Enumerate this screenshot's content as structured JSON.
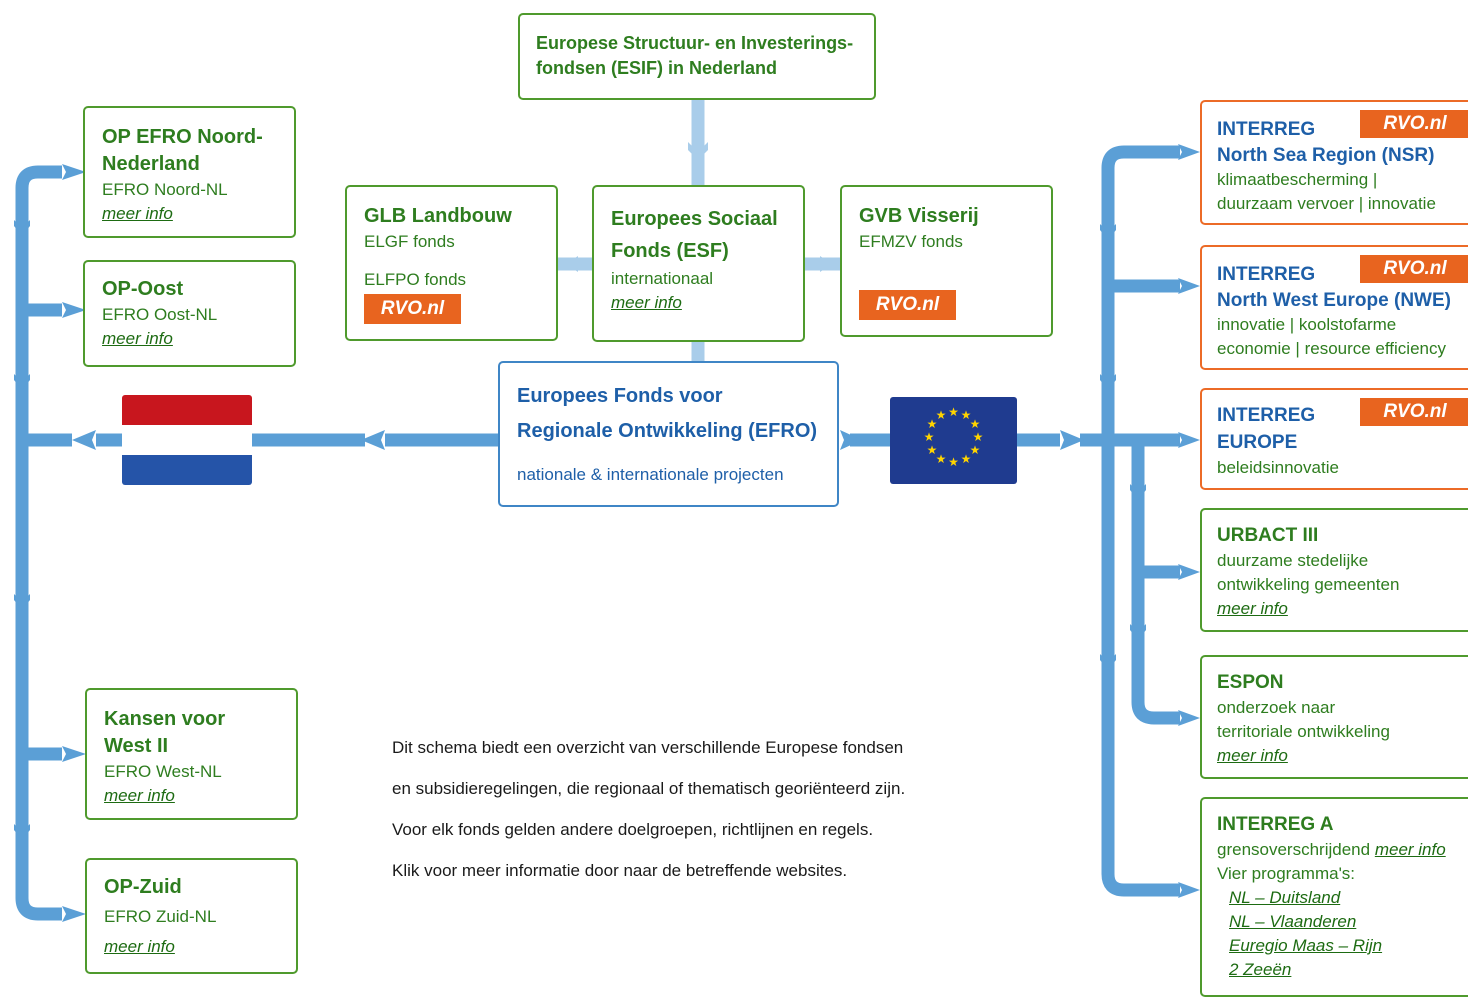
{
  "top": {
    "title": "Europese Structuur- en Investerings-fondsen (ESIF) in Nederland"
  },
  "colors": {
    "green": "#4f9a2d",
    "orange": "#ec6b27",
    "blue": "#3f86c6",
    "line": "#5b9fd6",
    "rvo": "#e8641f"
  },
  "icons": {
    "nl_flag": "dutch-flag",
    "eu_flag": "eu-flag"
  },
  "left": [
    {
      "title": "OP EFRO Noord-Nederland",
      "sub": "EFRO Noord-NL",
      "link": "meer info"
    },
    {
      "title": "OP-Oost",
      "sub": "EFRO Oost-NL",
      "link": "meer info"
    },
    {
      "title": "Kansen voor West II",
      "sub": "EFRO West-NL",
      "link": "meer info"
    },
    {
      "title": "OP-Zuid",
      "sub": "EFRO Zuid-NL",
      "link": "meer info"
    }
  ],
  "glb": {
    "title": "GLB Landbouw",
    "line1": "ELGF fonds",
    "line2": "ELFPO fonds",
    "badge": "RVO.nl"
  },
  "esf": {
    "title": "Europees Sociaal Fonds (ESF)",
    "sub": "internationaal",
    "link": "meer info"
  },
  "gvb": {
    "title": "GVB Visserij",
    "sub": "EFMZV fonds",
    "badge": "RVO.nl"
  },
  "efro": {
    "title": "Europees Fonds voor Regionale Ontwikkeling (EFRO)",
    "sub": "nationale & internationale projecten"
  },
  "right": {
    "nsr": {
      "l1": "INTERREG",
      "l2": "North Sea Region (NSR)",
      "d1": "klimaatbescherming |",
      "d2": "duurzaam vervoer | innovatie",
      "badge": "RVO.nl"
    },
    "nwe": {
      "l1": "INTERREG",
      "l2": "North West Europe (NWE)",
      "d1": "innovatie | koolstofarme",
      "d2": "economie | resource efficiency",
      "badge": "RVO.nl"
    },
    "eur": {
      "l1": "INTERREG",
      "l2": "EUROPE",
      "d1": "beleidsinnovatie",
      "badge": "RVO.nl"
    },
    "urbact": {
      "title": "URBACT III",
      "d1": "duurzame stedelijke",
      "d2": "ontwikkeling gemeenten",
      "link": "meer info"
    },
    "espon": {
      "title": "ESPON",
      "d1": "onderzoek naar",
      "d2": "territoriale ontwikkeling",
      "link": "meer info"
    },
    "interrega": {
      "title": "INTERREG A",
      "d1": "grensoverschrijdend",
      "d1_link": "meer info",
      "d2": "Vier programma's:",
      "programs": [
        "NL – Duitsland",
        "NL – Vlaanderen",
        "Euregio Maas – Rijn",
        "2 Zeeën"
      ]
    }
  },
  "intro": [
    "Dit schema biedt een overzicht van verschillende Europese fondsen",
    "en subsidieregelingen, die regionaal of thematisch georiënteerd zijn.",
    "Voor elk fonds gelden andere doelgroepen, richtlijnen en regels.",
    "Klik voor meer informatie door naar de betreffende websites."
  ]
}
